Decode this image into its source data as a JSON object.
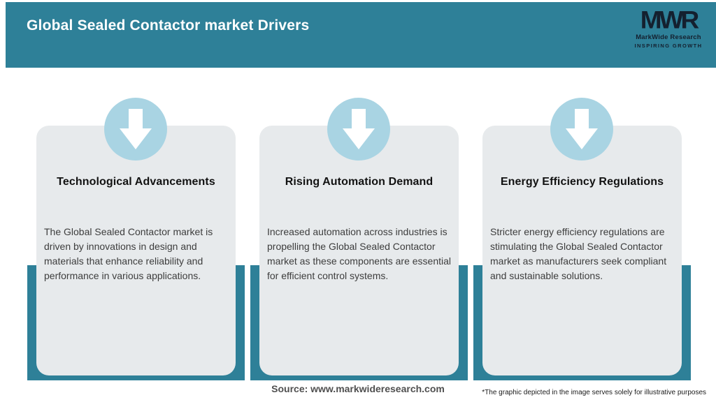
{
  "header": {
    "title": "Global Sealed Contactor market Drivers",
    "logo": {
      "acronym": "MWR",
      "name": "MarkWide Research",
      "tagline": "INSPIRING GROWTH"
    }
  },
  "cards": [
    {
      "title": "Technological Advancements",
      "body": "The Global Sealed Contactor market is driven by innovations in design and materials that enhance reliability and performance in various applications."
    },
    {
      "title": "Rising Automation Demand",
      "body": "Increased automation across industries is propelling the Global Sealed Contactor market as these components are essential for efficient control systems."
    },
    {
      "title": "Energy Efficiency Regulations",
      "body": "Stricter energy efficiency regulations are stimulating the Global Sealed Contactor market as manufacturers seek compliant and sustainable solutions."
    }
  ],
  "footer": {
    "source": "Source: www.markwideresearch.com",
    "disclaimer": "*The graphic depicted in the image serves solely for illustrative purposes"
  },
  "colors": {
    "accent_teal": "#2E8098",
    "circle_blue": "#A9D4E3",
    "card_gray": "#E7EAEC"
  }
}
